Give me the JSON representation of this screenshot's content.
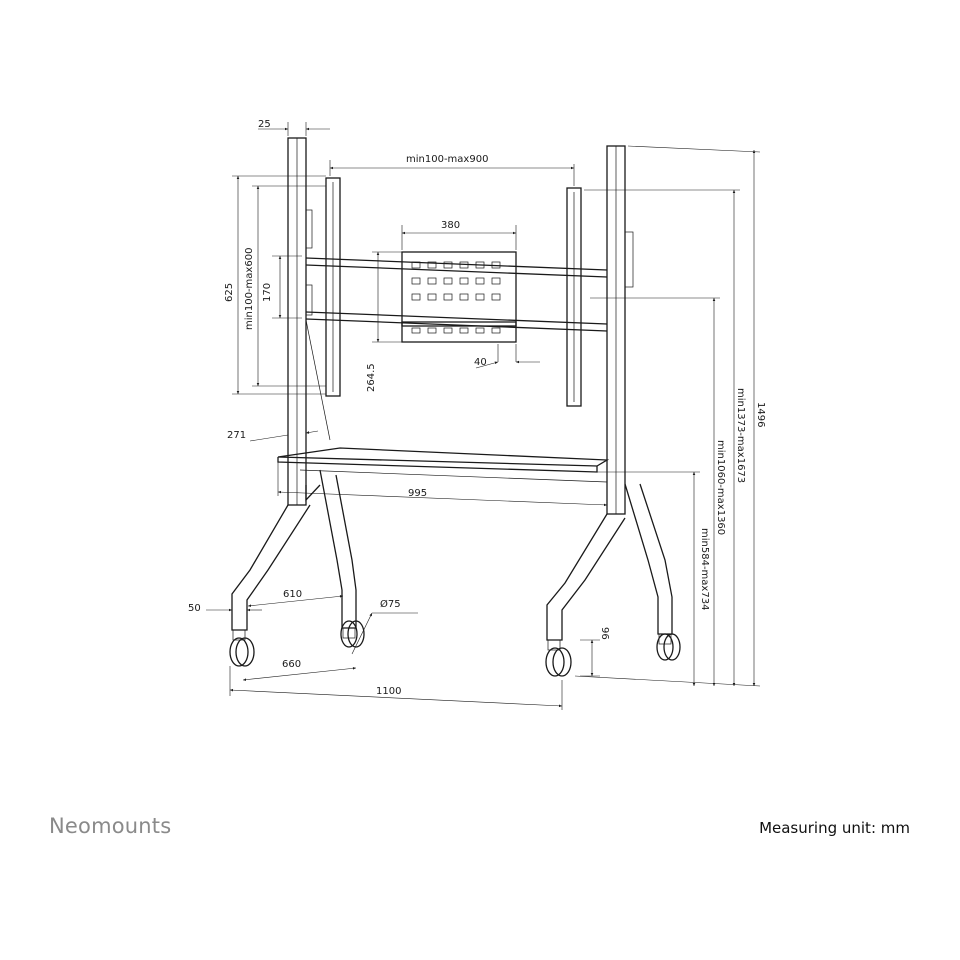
{
  "brand": "Neomounts",
  "measuring_unit": "Measuring unit: mm",
  "dimensions": {
    "d25": "25",
    "d_width": "min100-max900",
    "d380": "380",
    "d625": "625",
    "d_height": "min100-max600",
    "d170": "170",
    "d264": "264.5",
    "d40": "40",
    "d271": "271",
    "d995": "995",
    "d610": "610",
    "d50": "50",
    "d75": "Ø75",
    "d96": "96",
    "d660": "660",
    "d1100": "1100",
    "d_shelf": "min584-max734",
    "d_center": "min1060-max1360",
    "d_top": "min1373-max1673",
    "d1496": "1496"
  },
  "colors": {
    "line": "#1a1a1a",
    "brand": "#8a8a8a"
  }
}
